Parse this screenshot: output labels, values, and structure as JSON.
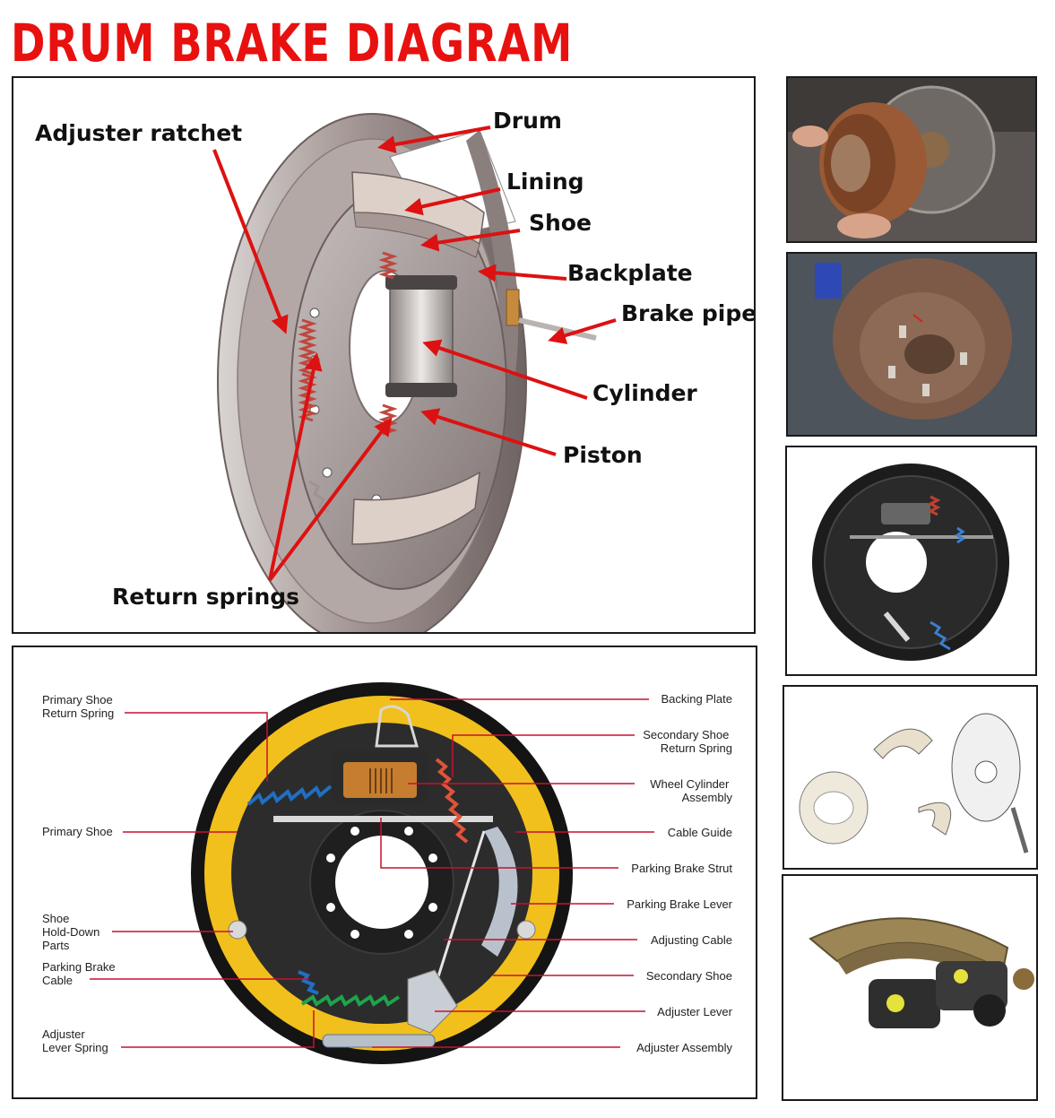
{
  "title": "DRUM BRAKE DIAGRAM",
  "top_diagram": {
    "labels": {
      "adjuster_ratchet": "Adjuster ratchet",
      "drum": "Drum",
      "lining": "Lining",
      "shoe": "Shoe",
      "backplate": "Backplate",
      "brake_pipe": "Brake pipe",
      "cylinder": "Cylinder",
      "piston": "Piston",
      "return_springs": "Return springs"
    }
  },
  "bottom_diagram": {
    "left_labels": {
      "primary_shoe_return_spring": [
        "Primary Shoe",
        "Return Spring"
      ],
      "primary_shoe": [
        "Primary Shoe"
      ],
      "shoe_hold_down_parts": [
        "Shoe",
        "Hold-Down",
        "Parts"
      ],
      "parking_brake_cable": [
        "Parking Brake",
        "Cable"
      ],
      "adjuster_lever_spring": [
        "Adjuster",
        "Lever Spring"
      ]
    },
    "right_labels": {
      "backing_plate": [
        "Backing Plate"
      ],
      "secondary_shoe_return_spring": [
        "Secondary Shoe",
        "Return Spring"
      ],
      "wheel_cylinder_assembly": [
        "Wheel Cylinder",
        "Assembly"
      ],
      "cable_guide": [
        "Cable Guide"
      ],
      "parking_brake_strut": [
        "Parking Brake Strut"
      ],
      "parking_brake_lever": [
        "Parking Brake Lever"
      ],
      "adjusting_cable": [
        "Adjusting Cable"
      ],
      "secondary_shoe": [
        "Secondary Shoe"
      ],
      "adjuster_lever": [
        "Adjuster Lever"
      ],
      "adjuster_assembly": [
        "Adjuster Assembly"
      ]
    }
  },
  "colors": {
    "title_red": "#e8110f",
    "arrow_red": "#dd1111",
    "leader_red": "#c8102e",
    "shoe_yellow": "#f2c01c",
    "drum_black": "#141414"
  }
}
